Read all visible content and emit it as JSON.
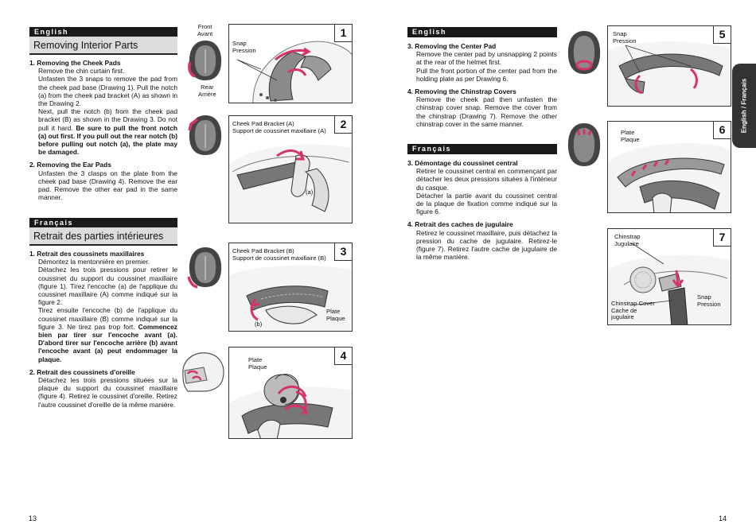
{
  "left": {
    "english_tag": "English",
    "english_title": "Removing Interior Parts",
    "s1_title": "1. Removing the Cheek Pads",
    "s1_p1": "Remove the chin curtain first.",
    "s1_p2": "Unfasten the 3 snaps to remove the pad from the cheek pad base (Drawing 1). Pull the notch (a) from the cheek pad bracket (A) as shown in the Drawing 2.",
    "s1_p3a": "Next, pull the notch (b) from the cheek pad bracket (B) as shown in the Drawing 3. Do not pull it hard. ",
    "s1_p3b": "Be sure to pull the front notch (a) out first. If you pull out the rear notch (b) before pulling out notch (a), the plate may be damaged.",
    "s2_title": "2. Removing the Ear Pads",
    "s2_p1": "Unfasten the 3 clasps on the plate from the cheek pad base (Drawing 4). Remove the ear pad. Remove the other ear pad in the same manner.",
    "french_tag": "Français",
    "french_title": "Retrait des parties intérieures",
    "f1_title": "1. Retrait des coussinets maxillaires",
    "f1_p1": "Démontez la mentonnière en premier.",
    "f1_p2": "Détachez les trois pressions pour retirer le coussinet du support du coussinet maxillaire (figure 1). Tirez l'encoche (a) de l'applique du coussinet maxillaire (A) comme indiqué sur la figure 2.",
    "f1_p3a": "Tirez ensuite l'encoche (b) de l'applique du coussinet maxillaire (B) comme indiqué sur la figure 3. Ne tirez pas trop fort. ",
    "f1_p3b": "Commencez bien par tirer sur l'encoche avant (a). D'abord tirer sur l'encoche arrière (b) avant l'encoche avant (a) peut endommager la plaque.",
    "f2_title": "2. Retrait des coussinets d'oreille",
    "f2_p1": "Détachez les trois pressions situées sur la plaque du support du coussinet maxillaire (figure 4). Retirez le coussinet d'oreille. Retirez l'autre coussinet d'oreille de la même manière.",
    "page_number": "13"
  },
  "figs_left": {
    "front_avant": "Front\nAvant",
    "rear_arriere": "Rear\nArrière",
    "f1_num": "1",
    "f1_label": "Snap\nPression",
    "f2_num": "2",
    "f2_label": "Cheek Pad Bracket (A)\nSupport de coussinet maxillaire (A)",
    "f2_a": "(a)",
    "f3_num": "3",
    "f3_label": "Cheek Pad Bracket (B)\nSupport de coussinet maxillaire (B)",
    "f3_plate": "Plate\nPlaque",
    "f3_b": "(b)",
    "f4_num": "4",
    "f4_plate": "Plate\nPlaque"
  },
  "right": {
    "english_tag": "English",
    "s3_title": "3. Removing the Center Pad",
    "s3_p1": "Remove the center pad by unsnapping 2 points at the rear of the helmet first.",
    "s3_p2": "Pull the front portion of the center pad from the holding plate as per Drawing 6.",
    "s4_title": "4. Removing the Chinstrap Covers",
    "s4_p1": "Remove the cheek pad then unfasten the chinstrap cover snap. Remove the cover from the chinstrap (Drawing 7). Remove the other chinstrap cover in the same manner.",
    "french_tag": "Français",
    "f3_title": "3. Démontage du coussinet central",
    "f3_p1": "Retirer le coussinet central en commençant par détacher les deux pressions situées à l'intérieur du casque.",
    "f3_p2": "Détacher la partie avant du coussinet central de la plaque de fixation comme indiqué sur la figure 6.",
    "f4_title": "4. Retrait des caches de jugulaire",
    "f4_p1": "Retirez le coussinet maxillaire, puis détachez la pression du cache de jugulaire. Retirez-le (figure 7). Retirez l'autre cache de jugulaire de la même manière.",
    "page_number": "14",
    "side_tab": "English / Français"
  },
  "figs_right": {
    "f5_num": "5",
    "f5_label": "Snap\nPression",
    "f6_num": "6",
    "f6_label": "Plate\nPlaque",
    "f7_num": "7",
    "f7_chinstrap": "Chinstrap\nJugulaire",
    "f7_cover": "Chinstrap Cover\nCache de\njugulaire",
    "f7_snap": "Snap\nPression"
  },
  "colors": {
    "accent": "#d6336c",
    "dark": "#1a1a1a",
    "pad": "#8a8a8a"
  }
}
